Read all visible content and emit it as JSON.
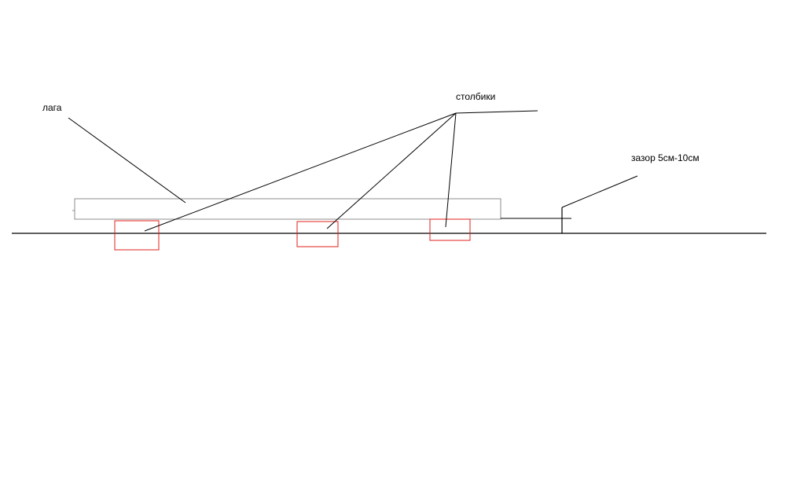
{
  "labels": {
    "beam": "лага",
    "posts": "столбики",
    "gap": "зазор 5см-10см"
  },
  "colors": {
    "line": "#000000",
    "beam_outline": "#8c8c8c",
    "post_outline": "#e0201b",
    "background": "#ffffff"
  }
}
